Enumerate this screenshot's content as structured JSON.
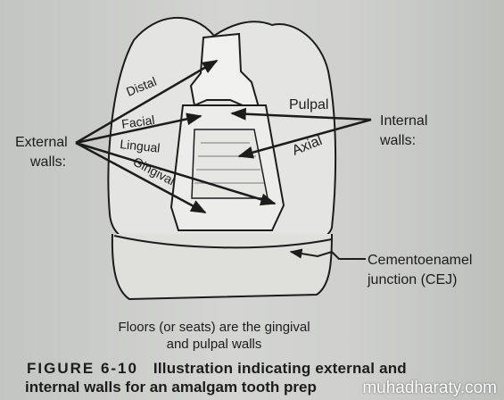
{
  "labels": {
    "distal": "Distal",
    "facial": "Facial",
    "lingual": "Lingual",
    "gingival": "Gingival",
    "pulpal": "Pulpal",
    "axial": "Axial",
    "external_walls_line1": "External",
    "external_walls_line2": "walls:",
    "internal_walls_line1": "Internal",
    "internal_walls_line2": "walls:",
    "cej_line1": "Cementoenamel",
    "cej_line2": "junction (CEJ)"
  },
  "floors_note": {
    "line1": "Floors (or seats) are the gingival",
    "line2": "and pulpal walls"
  },
  "caption": {
    "figure_number": "FIGURE 6-10",
    "line1": "Illustration indicating external and",
    "line2": "internal walls for an amalgam tooth prep"
  },
  "watermark": "muhadharaty.com",
  "colors": {
    "ink": "#1c1c1c",
    "paper": "#cfd0cd",
    "tooth": "#e4e5e2"
  }
}
